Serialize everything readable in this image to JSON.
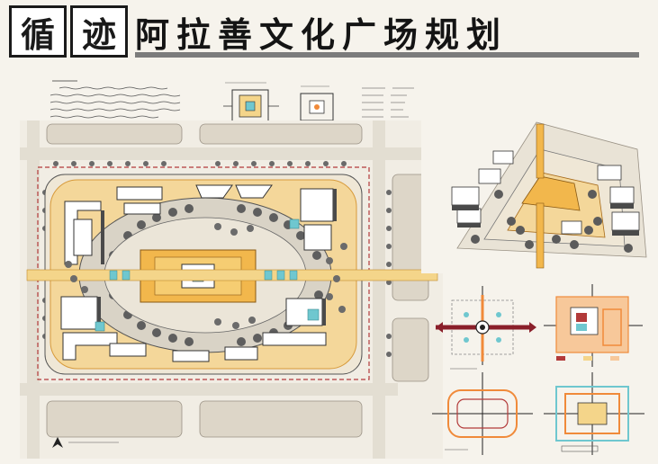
{
  "title": {
    "box1": "循",
    "box2": "迹",
    "main": "阿拉善文化广场规划"
  },
  "colors": {
    "paper": "#f6f3ec",
    "plaza": "#f2b74c",
    "paving": "#f4d58a",
    "building": "#ffffff",
    "tree": "#5e5e5e",
    "water": "#6fc7cf",
    "road": "#e6e1d6",
    "boundary": "#b23a3a",
    "axis": "#8a1f2a",
    "orange": "#f08a3a"
  },
  "icons": [
    "north-arrow-icon",
    "compass-arrow-icon"
  ]
}
